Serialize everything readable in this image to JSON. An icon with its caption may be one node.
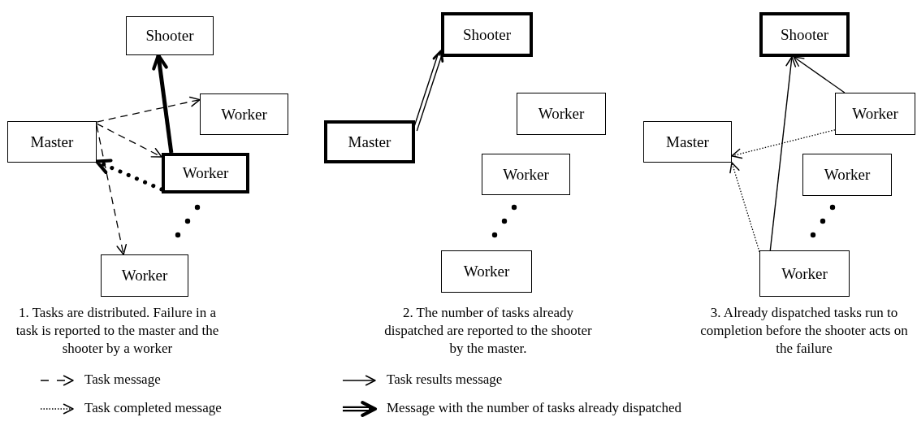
{
  "diagram": {
    "nodes": [
      {
        "text": [
          "Shooter"
        ]
      },
      {
        "text": [
          "Worker"
        ]
      },
      {
        "text": [
          "Master"
        ]
      },
      {
        "text": [
          "Worker"
        ]
      },
      {
        "text": [
          "Worker"
        ]
      },
      {
        "text": [
          "Shooter"
        ]
      },
      {
        "text": [
          "Master"
        ]
      },
      {
        "text": [
          "Worker"
        ]
      },
      {
        "text": [
          "Worker"
        ]
      },
      {
        "text": [
          "Worker"
        ]
      },
      {
        "text": [
          "Shooter"
        ]
      },
      {
        "text": [
          "Worker"
        ]
      },
      {
        "text": [
          "Master"
        ]
      },
      {
        "text": [
          "Worker"
        ]
      },
      {
        "text": [
          "Worker"
        ]
      }
    ],
    "edges": [
      {
        "from": 2,
        "to": 1,
        "arrow": "to",
        "style": "dashed"
      },
      {
        "from": 2,
        "to": 3,
        "arrow": "to",
        "style": "dashed"
      },
      {
        "from": 2,
        "to": 4,
        "arrow": "to",
        "style": "dashed"
      },
      {
        "from": 3,
        "to": 0,
        "arrow": "to",
        "style": "thick"
      },
      {
        "from": 3,
        "to": 2,
        "arrow": "to",
        "style": "dashed"
      },
      {
        "from": 6,
        "to": 5,
        "arrow": "to"
      },
      {
        "from": 11,
        "to": 10,
        "arrow": "to"
      },
      {
        "from": 14,
        "to": 10,
        "arrow": "to"
      },
      {
        "from": 11,
        "to": 12,
        "arrow": "to",
        "style": "dashed"
      },
      {
        "from": 14,
        "to": 12,
        "arrow": "to",
        "style": "dashed"
      }
    ],
    "labels": [
      "1. Tasks are distributed. Failure in a task is reported to the master and the shooter by a worker",
      "2. The number of tasks already dispatched are reported to the shooter by the master.",
      "3. Already dispatched tasks run to completion before the shooter acts on the failure"
    ],
    "legend": [
      {
        "text": "Task message"
      },
      {
        "text": "Task results message"
      },
      {
        "text": "Task completed message"
      },
      {
        "text": "Message with the number of tasks already dispatched"
      }
    ]
  }
}
